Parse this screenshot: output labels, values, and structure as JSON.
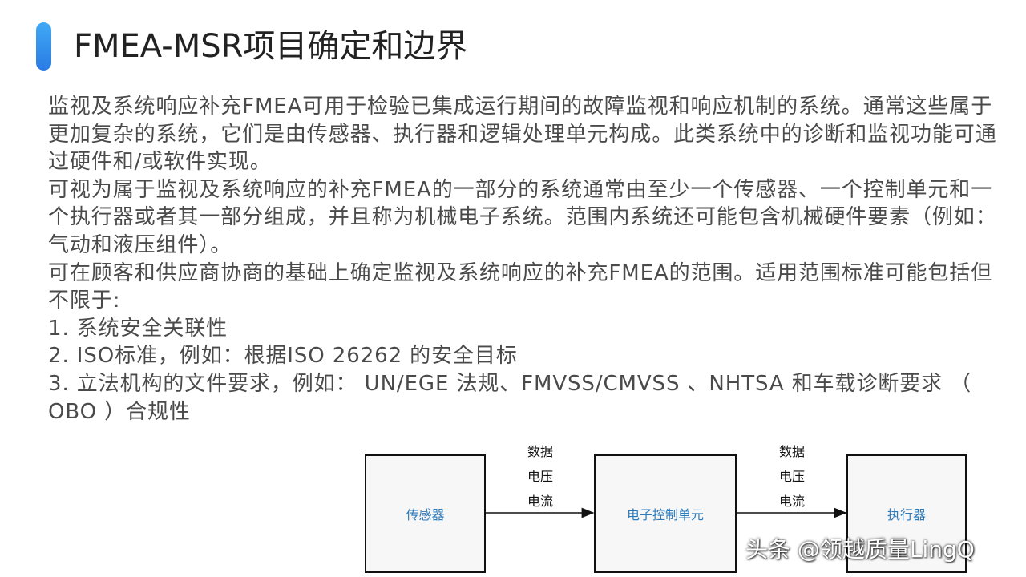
{
  "slide": {
    "title": "FMEA-MSR项目确定和边界",
    "paragraphs": [
      "监视及系统响应补充FMEA可用于检验已集成运行期间的故障监视和响应机制的系统。通常这些属于更加复杂的系统，它们是由传感器、执行器和逻辑处理单元构成。此类系统中的诊断和监视功能可通过硬件和/或软件实现。",
      "可视为属于监视及系统响应的补充FMEA的一部分的系统通常由至少一个传感器、一个控制单元和一个执行器或者其一部分组成，并且称为机械电子系统。范围内系统还可能包含机械硬件要素（例如： 气动和液压组件）。",
      "可在顾客和供应商协商的基础上确定监视及系统响应的补充FMEA的范围。适用范围标准可能包括但不限于:",
      "1. 系统安全关联性",
      "2. ISO标准，例如：根据ISO 26262 的安全目标",
      "3. 立法机构的文件要求，例如： UN/EGE 法规、FMVSS/CMVSS 、NHTSA 和车载诊断要求 （ OBO ）合规性"
    ]
  },
  "diagram": {
    "boxes": {
      "sensor": "传感器",
      "ecu": "电子控制单元",
      "actuator": "执行器"
    },
    "arrow1_labels": [
      "数据",
      "电压",
      "电流"
    ],
    "arrow2_labels": [
      "数据",
      "电压",
      "电流"
    ]
  },
  "watermark": "头条 @领越质量LingQ",
  "colors": {
    "accent_top": "#3fa9f5",
    "accent_bottom": "#2a7be4",
    "box_text": "#2c7bbd",
    "body_text": "#4a4a4a"
  }
}
